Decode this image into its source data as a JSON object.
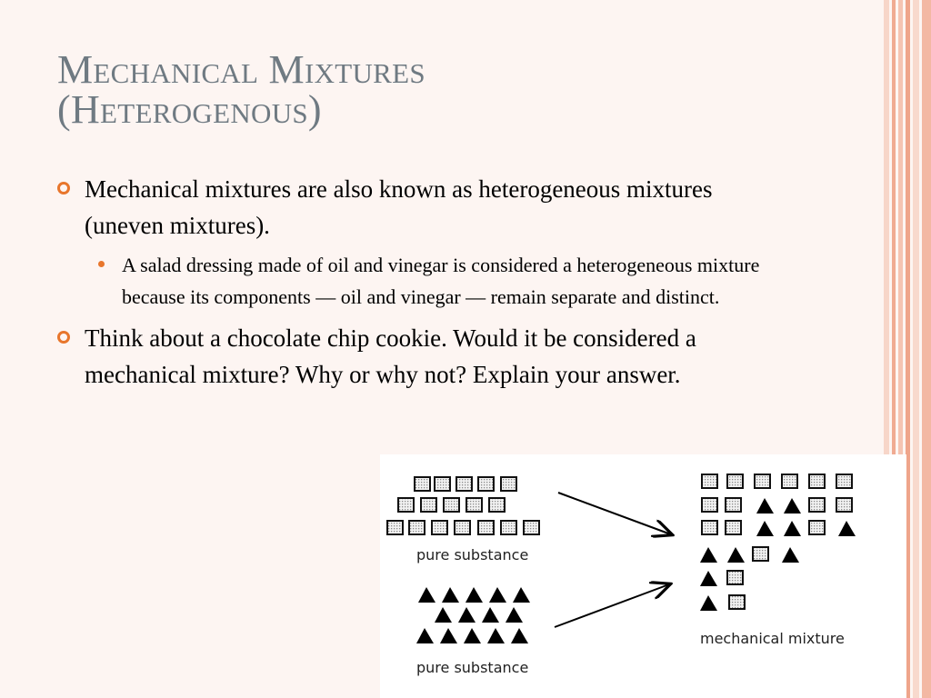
{
  "slide": {
    "title_line1": "Mechanical Mixtures",
    "title_line2": "(Heterogenous)",
    "bullets": [
      {
        "text": "Mechanical mixtures are also known as heterogeneous mixtures (uneven mixtures).",
        "sub": "A salad dressing made of oil and vinegar is considered a heterogeneous mixture because its components — oil and vinegar — remain separate and distinct."
      },
      {
        "text": "Think about a chocolate chip cookie. Would it be considered a mechanical mixture? Why or why not? Explain your answer."
      }
    ]
  },
  "diagram": {
    "label_pure_top": "pure substance",
    "label_pure_bottom": "pure substance",
    "label_mixture": "mechanical mixture"
  },
  "colors": {
    "accent": "#e8762c",
    "title": "#6f7a82",
    "stripe_light": "#f6cdbd",
    "stripe_mid": "#f0a98f"
  }
}
